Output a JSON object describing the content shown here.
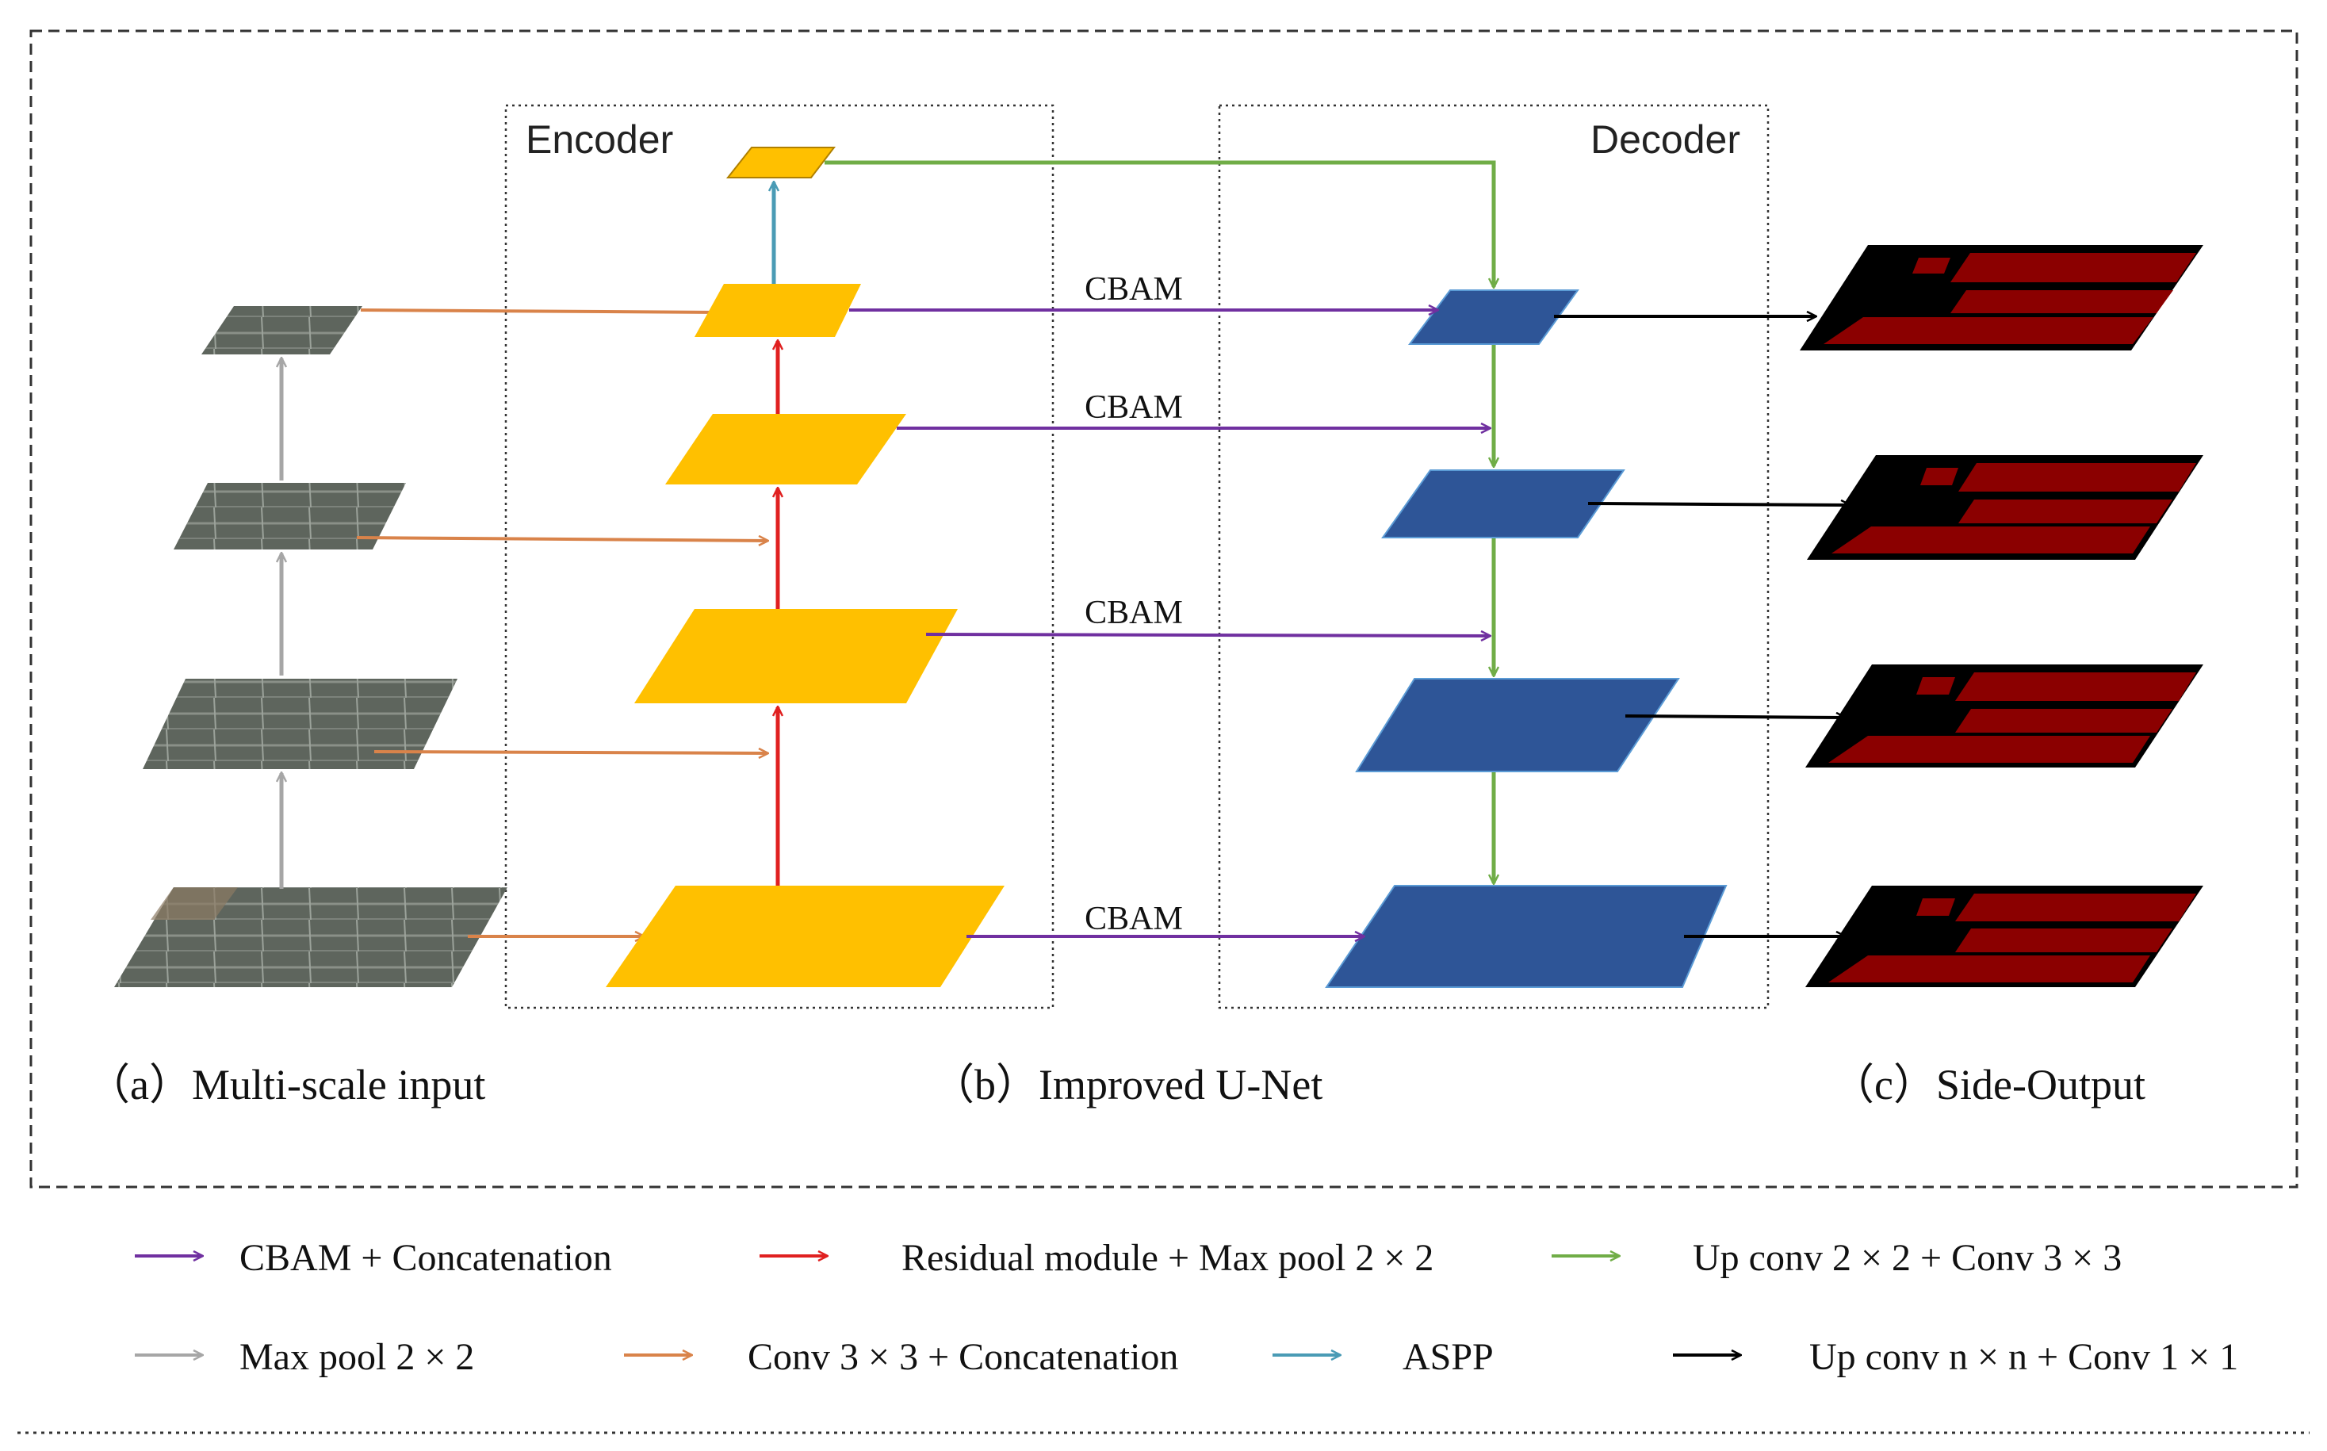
{
  "encoder": {
    "title": "Encoder"
  },
  "decoder": {
    "title": "Decoder"
  },
  "cbam_labels": [
    "CBAM",
    "CBAM",
    "CBAM",
    "CBAM"
  ],
  "captions": {
    "a": "（a）Multi-scale input",
    "b": "（b）Improved U-Net",
    "c": "（c）Side-Output"
  },
  "colors": {
    "encoder_fill": "#FFC000",
    "decoder_fill": "#2E5597",
    "output_red": "#8B0000",
    "input_gray": "#5E655D",
    "purple": "#7030A0",
    "red": "#E02020",
    "green": "#70AD47",
    "gray": "#A6A6A6",
    "orange": "#D9834A",
    "teal": "#4A9BB5",
    "black": "#000000"
  },
  "legend": [
    {
      "color": "#7030A0",
      "label": "CBAM + Concatenation"
    },
    {
      "color": "#E02020",
      "label": "Residual module + Max pool 2 × 2"
    },
    {
      "color": "#70AD47",
      "label": "Up conv 2 × 2 + Conv 3 × 3"
    },
    {
      "color": "#A6A6A6",
      "label": "Max pool 2 × 2"
    },
    {
      "color": "#D9834A",
      "label": "Conv 3 × 3 + Concatenation"
    },
    {
      "color": "#4A9BB5",
      "label": "ASPP"
    },
    {
      "color": "#000000",
      "label": "Up conv n × n + Conv 1 × 1"
    }
  ]
}
